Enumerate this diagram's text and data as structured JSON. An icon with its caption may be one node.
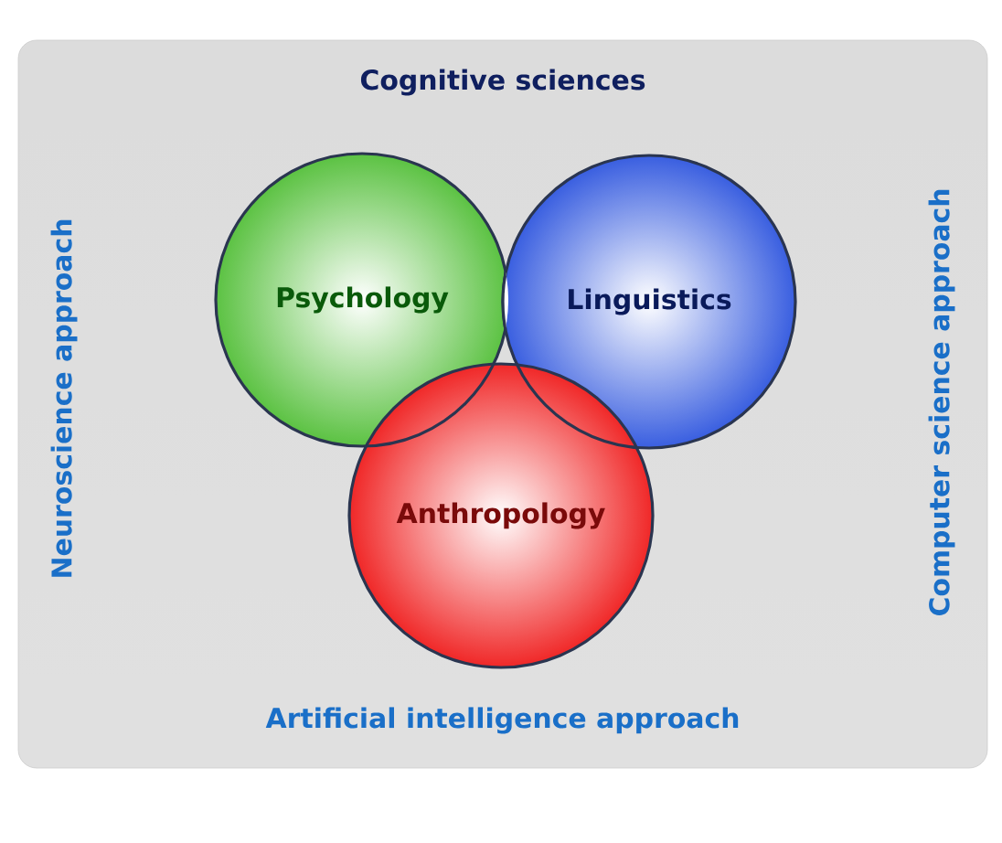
{
  "diagram": {
    "title": "Cognitive sciences",
    "nodes": [
      {
        "text": [
          "Psychology"
        ]
      },
      {
        "text": [
          "Linguistics"
        ]
      },
      {
        "text": [
          "Anthropology"
        ]
      }
    ],
    "labels": [
      "Neuroscience approach",
      "Computer science approach",
      "Artificial intelligence approach"
    ]
  }
}
